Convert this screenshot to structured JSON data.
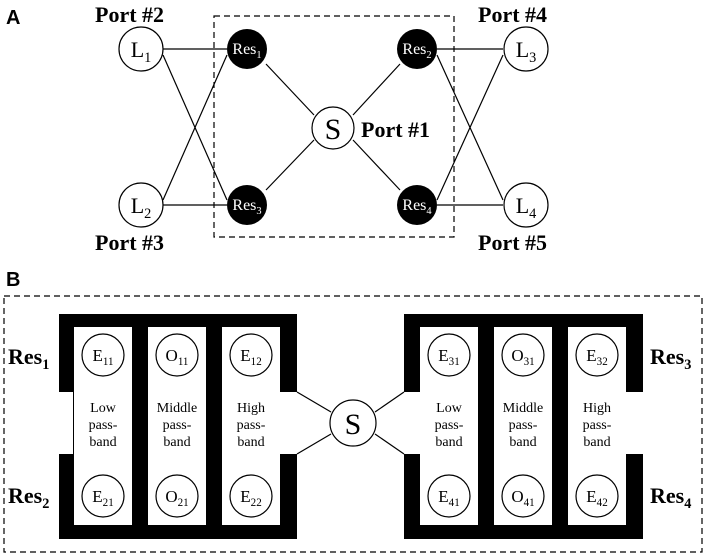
{
  "panel_a": {
    "label": "A",
    "ports": {
      "p1": "Port #1",
      "p2": "Port #2",
      "p3": "Port #3",
      "p4": "Port #4",
      "p5": "Port #5"
    },
    "source": "S",
    "loads": [
      {
        "base": "L",
        "sub": "1"
      },
      {
        "base": "L",
        "sub": "2"
      },
      {
        "base": "L",
        "sub": "3"
      },
      {
        "base": "L",
        "sub": "4"
      }
    ],
    "resonators": [
      {
        "base": "Res",
        "sub": "1"
      },
      {
        "base": "Res",
        "sub": "2"
      },
      {
        "base": "Res",
        "sub": "3"
      },
      {
        "base": "Res",
        "sub": "4"
      }
    ]
  },
  "panel_b": {
    "label": "B",
    "source": "S",
    "res_labels": [
      {
        "base": "Res",
        "sub": "1"
      },
      {
        "base": "Res",
        "sub": "2"
      },
      {
        "base": "Res",
        "sub": "3"
      },
      {
        "base": "Res",
        "sub": "4"
      }
    ],
    "left_group": {
      "top_circles": [
        {
          "base": "E",
          "sub": "11"
        },
        {
          "base": "O",
          "sub": "11"
        },
        {
          "base": "E",
          "sub": "12"
        }
      ],
      "bottom_circles": [
        {
          "base": "E",
          "sub": "21"
        },
        {
          "base": "O",
          "sub": "21"
        },
        {
          "base": "E",
          "sub": "22"
        }
      ]
    },
    "right_group": {
      "top_circles": [
        {
          "base": "E",
          "sub": "31"
        },
        {
          "base": "O",
          "sub": "31"
        },
        {
          "base": "E",
          "sub": "32"
        }
      ],
      "bottom_circles": [
        {
          "base": "E",
          "sub": "41"
        },
        {
          "base": "O",
          "sub": "41"
        },
        {
          "base": "E",
          "sub": "42"
        }
      ]
    },
    "bands": [
      [
        "Low",
        "pass-",
        "band"
      ],
      [
        "Middle",
        "pass-",
        "band"
      ],
      [
        "High",
        "pass-",
        "band"
      ]
    ]
  }
}
